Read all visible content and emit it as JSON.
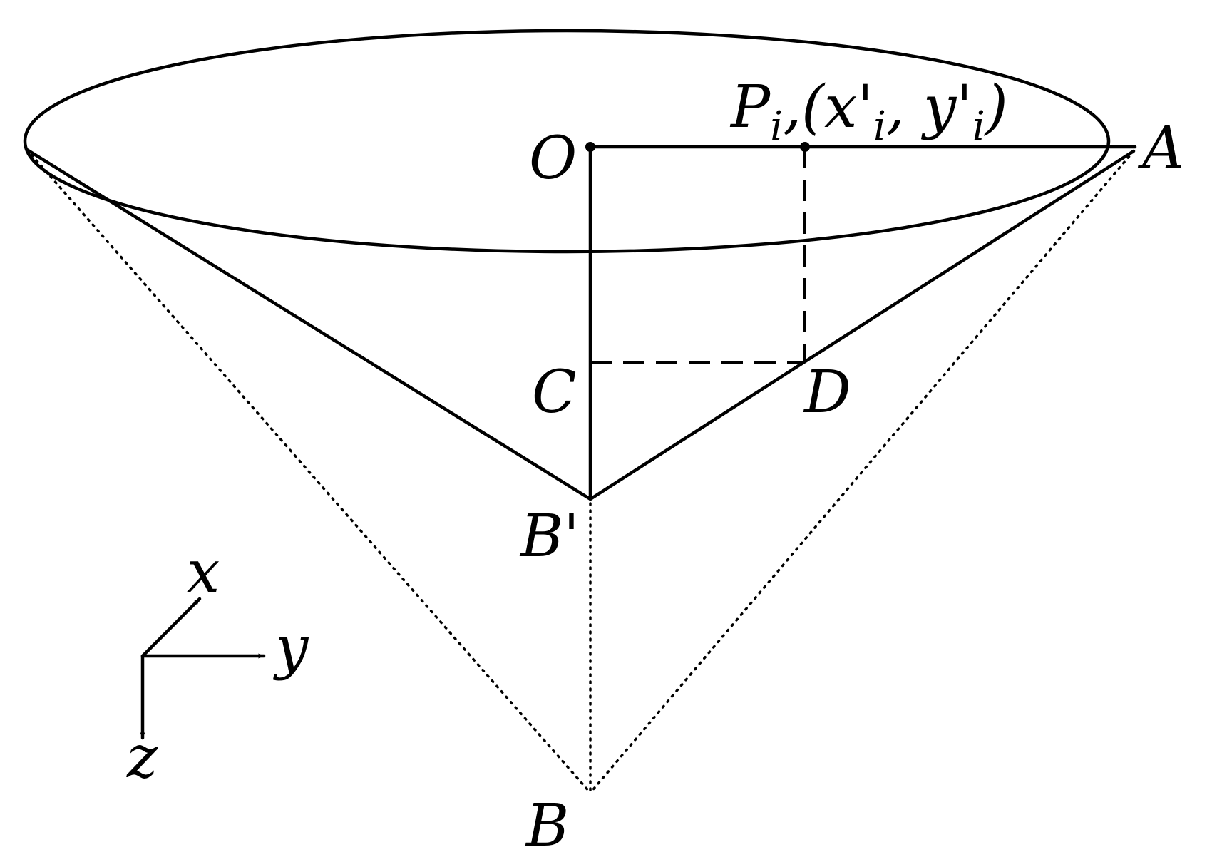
{
  "labels": {
    "O": "O",
    "A": "A",
    "C": "C",
    "D": "D",
    "B_prime": "B'",
    "B": "B",
    "P": "P",
    "P_subscript": "i",
    "P_coord_open": ",(x'",
    "P_coord_sub1": "i",
    "P_coord_mid": ", y'",
    "P_coord_sub2": "i",
    "P_coord_close": ")"
  },
  "axes": {
    "x": "x",
    "y": "y",
    "z": "z"
  },
  "colors": {
    "stroke": "#000000",
    "background": "#ffffff"
  }
}
